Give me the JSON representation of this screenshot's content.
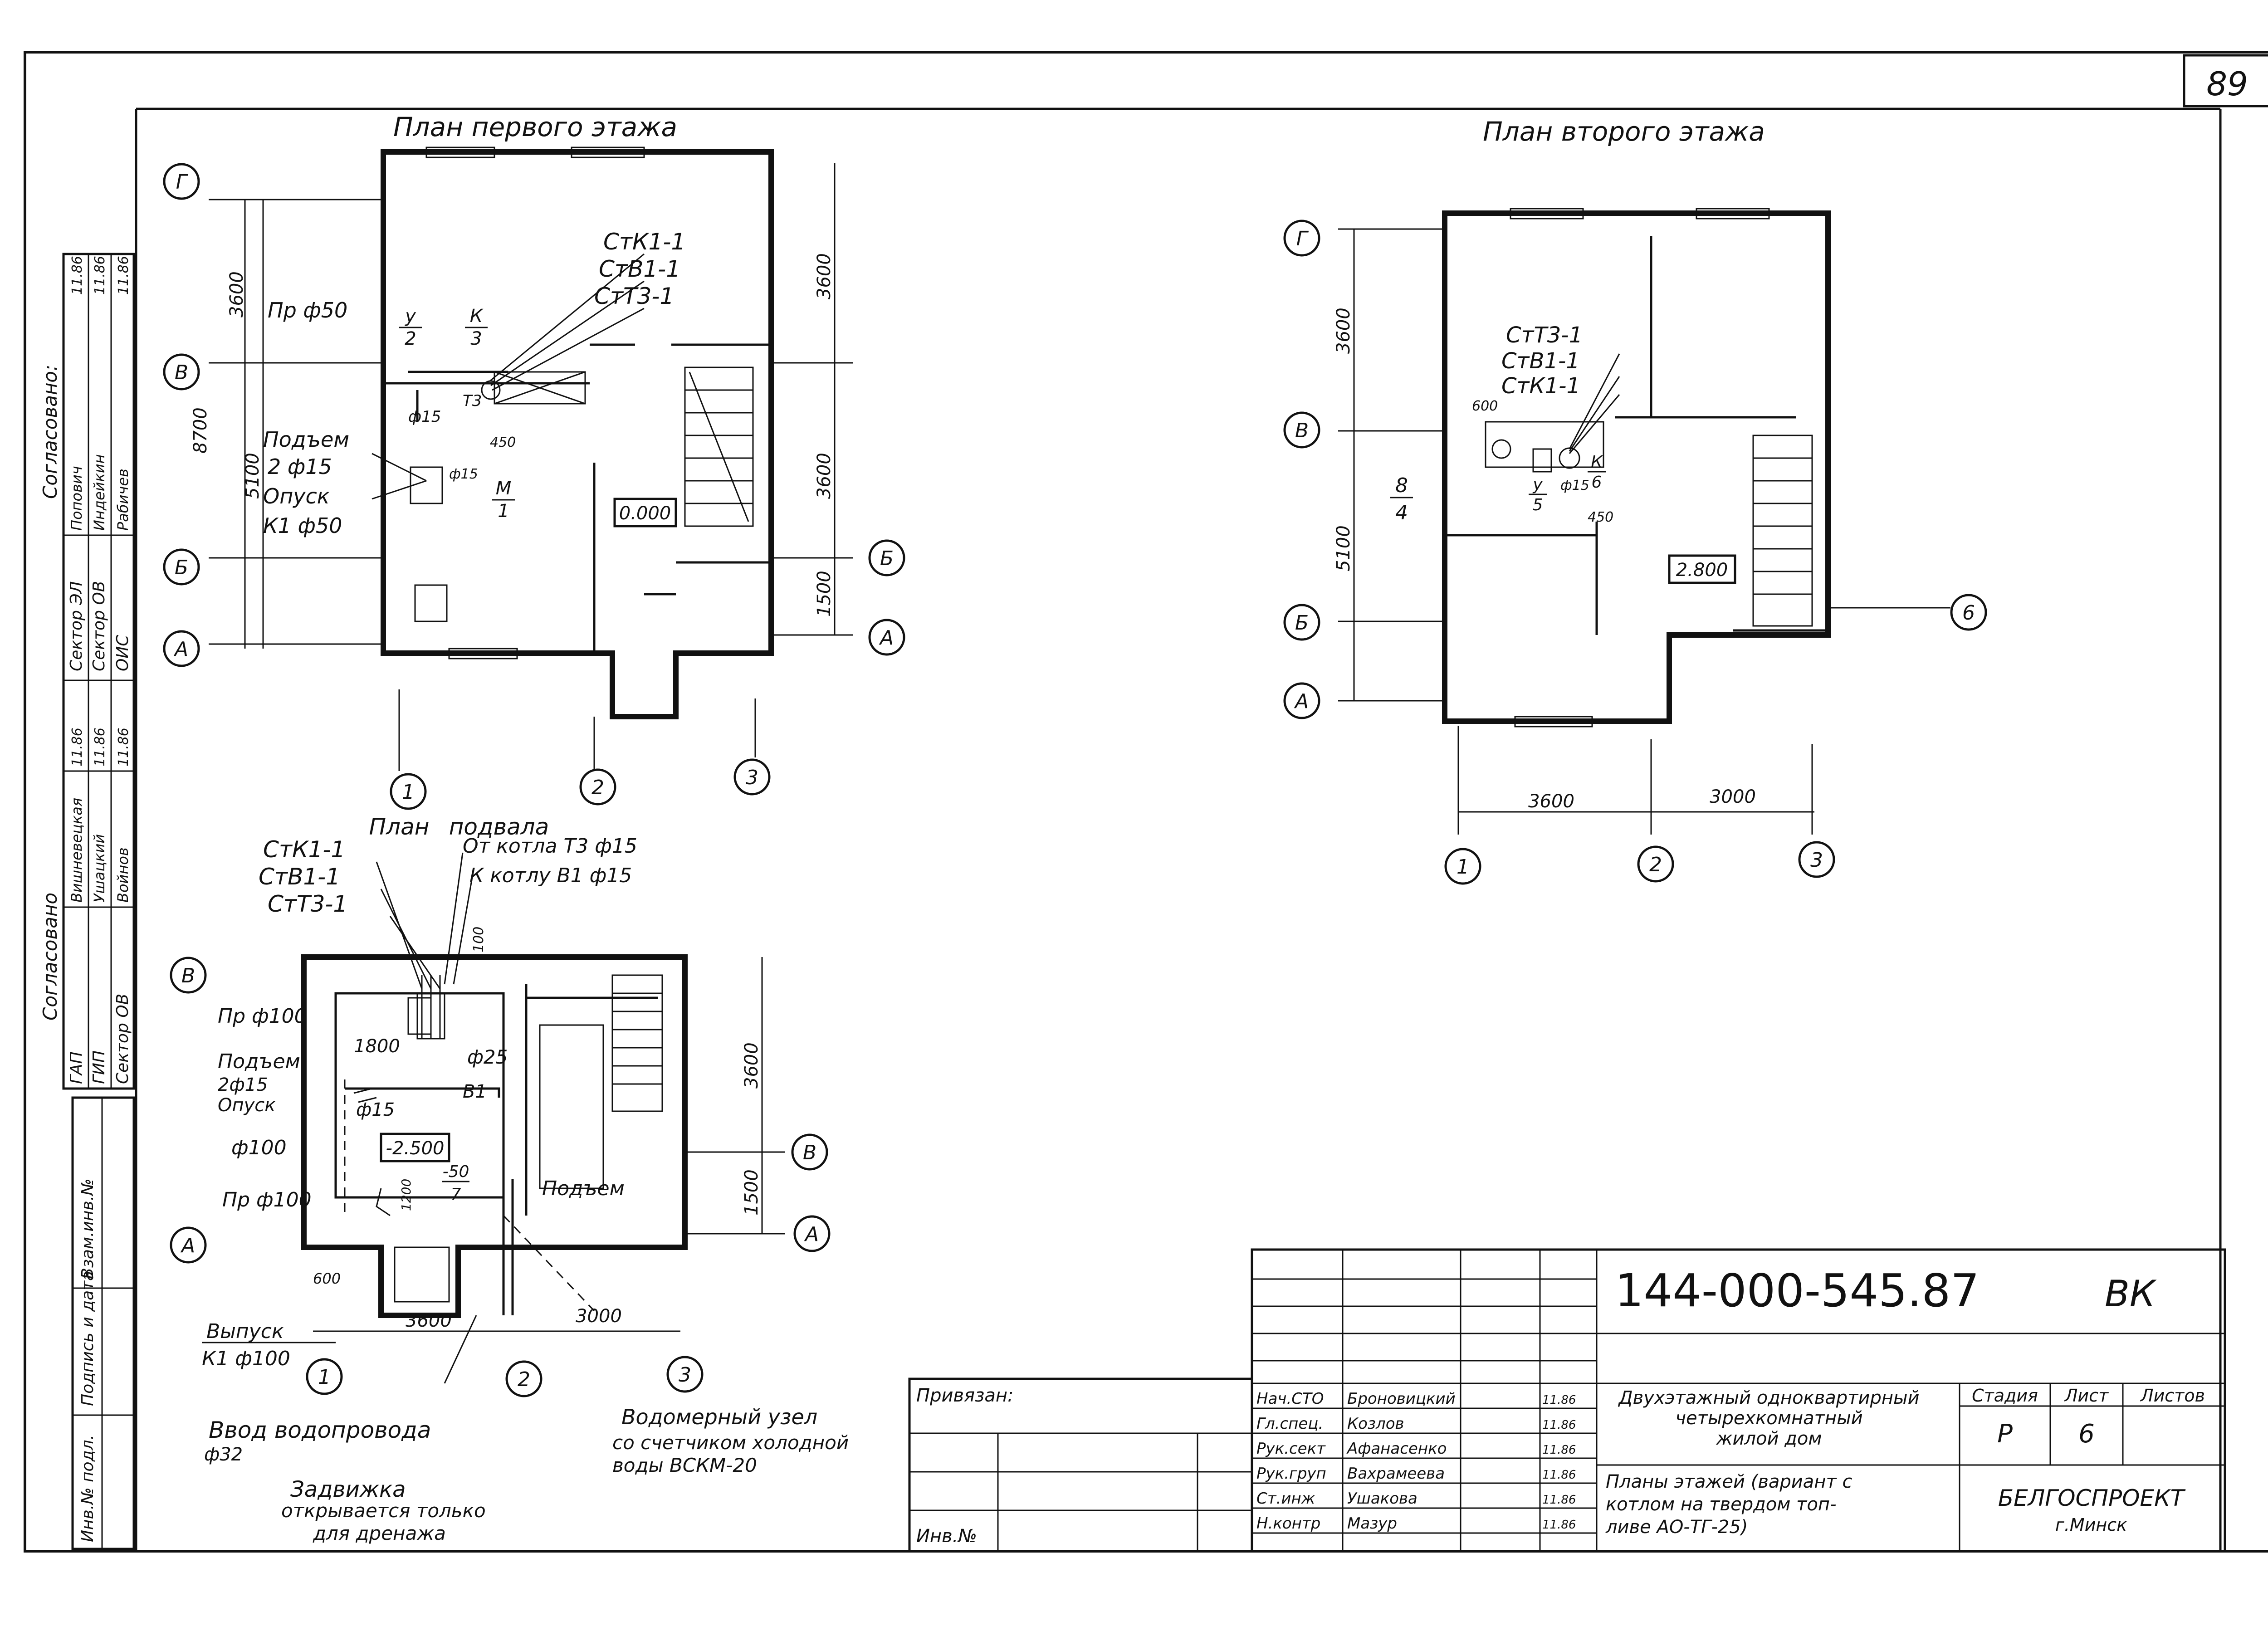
{
  "sheet": {
    "sheet_number": "89",
    "doc_code": "144-000-545.87",
    "doc_mark": "ВК",
    "bound_label": "Привязан:",
    "inv_label": "Инв.№",
    "title": [
      "Двухэтажный одноквартирный",
      "четырехкомнатный",
      "жилой дом"
    ],
    "sheet_title": [
      "Планы этажей (вариант с",
      "котлом на твердом топ-",
      "ливе АО-ТГ-25)"
    ],
    "stage_label": "Стадия",
    "sheet_label": "Лист",
    "sheets_label": "Листов",
    "stage": "Р",
    "sheet": "6",
    "org": "БЕЛГОСПРОЕКТ",
    "city": "г.Минск",
    "signatures": [
      {
        "role": "Нач.СТО",
        "name": "Броновицкий",
        "date": "11.86"
      },
      {
        "role": "Гл.спец.",
        "name": "Козлов",
        "date": "11.86"
      },
      {
        "role": "Рук.сект",
        "name": "Афанасенко",
        "date": "11.86"
      },
      {
        "role": "Рук.груп",
        "name": "Вахрамеева",
        "date": "11.86"
      },
      {
        "role": "Ст.инж",
        "name": "Ушакова",
        "date": "11.86"
      },
      {
        "role": "Н.контр",
        "name": "Мазур",
        "date": "11.86"
      }
    ]
  },
  "side_stamp": {
    "agreed_top": "Согласовано:",
    "agreed_bottom": "Согласовано",
    "rows_top": [
      "Сектор ЭЛ",
      "Сектор ОВ",
      "ОИС"
    ],
    "names_top": [
      "Попович",
      "Индейкин",
      "Рабичев"
    ],
    "dates_top": [
      "11.86",
      "11.86",
      "11.86"
    ],
    "rows_bottom": [
      "ГАП",
      "ГИП",
      "Сектор ОВ"
    ],
    "names_bottom": [
      "Вишневецкая",
      "Ушацкий",
      "Войнов"
    ],
    "dates_bottom": [
      "11.86",
      "11.86",
      "11.86"
    ],
    "margin_labels": [
      "Взам.инв.№",
      "Подпись и дата",
      "Инв.№ подл."
    ]
  },
  "plan1": {
    "title": "План первого этажа",
    "axes_letters": [
      "Г",
      "В",
      "Б",
      "А"
    ],
    "axes_numbers": [
      "1",
      "2",
      "3"
    ],
    "dims_left": [
      "3600",
      "5100",
      "8700"
    ],
    "dims_right": [
      "3600",
      "3600",
      "1500"
    ],
    "risers": [
      "СтК1-1",
      "СтВ1-1",
      "СтТ3-1"
    ],
    "pr": "Пр ф50",
    "d15": "ф15",
    "d15b": "ф15",
    "t3": "Т3",
    "frac1_top": "у",
    "frac1_bot": "2",
    "frac2_top": "К",
    "frac2_bot": "3",
    "frac3_top": "М",
    "frac3_bot": "1",
    "h450": "450",
    "podyem": "Подъем",
    "podyem_val": "2 ф15",
    "opusk": "Опуск",
    "opusk_val": "К1 ф50",
    "level": "0.000"
  },
  "plan2": {
    "title": "План второго этажа",
    "axes_letters": [
      "Г",
      "В",
      "Б",
      "А"
    ],
    "axes_numbers": [
      "1",
      "2",
      "3"
    ],
    "axis6": "6",
    "dims_left": [
      "3600",
      "5100"
    ],
    "dims_bottom": [
      "3600",
      "3000"
    ],
    "risers": [
      "СтТ3-1",
      "СтВ1-1",
      "СтК1-1"
    ],
    "d600": "600",
    "frac1_top": "К",
    "frac1_bot": "6",
    "frac2_top": "у",
    "frac2_bot": "5",
    "frac3_top": "8",
    "frac3_bot": "4",
    "d15": "ф15",
    "h450": "450",
    "level": "2.800"
  },
  "plan0": {
    "title_a": "План",
    "title_b": "подвала",
    "axes_letters": [
      "В",
      "А"
    ],
    "axes_numbers": [
      "1",
      "2",
      "3"
    ],
    "dims_right": [
      "3600",
      "1500"
    ],
    "dims_bottom": [
      "3600",
      "3000"
    ],
    "dim600": "600",
    "dim1800": "1800",
    "dim100": "100",
    "risers": [
      "СтК1-1",
      "СтВ1-1",
      "СтТ3-1"
    ],
    "from_boiler": "От котла Т3 ф15",
    "to_boiler": "К котлу В1 ф15",
    "pr100_top": "Пр ф100",
    "podyem": "Подъем",
    "podyem_val": "2ф15",
    "opusk": "Опуск",
    "d15": "ф15",
    "d25": "ф25",
    "b1": "В1",
    "d100": "ф100",
    "pr100_bot": "Пр ф100",
    "level": "-2.500",
    "frac_top": "-50",
    "frac_bot": "7",
    "d1200": "1200",
    "podyem2": "Подъем",
    "vypusk": "Выпуск",
    "vypusk_val": "К1 ф100",
    "vvod": "Ввод водопровода",
    "vvod_d": "ф32",
    "zadvizhka": "Задвижка",
    "zadvizhka_note": [
      "открывается только",
      "для дренажа"
    ],
    "meter": [
      "Водомерный узел",
      "со счетчиком холодной",
      "воды ВСКМ-20"
    ]
  }
}
